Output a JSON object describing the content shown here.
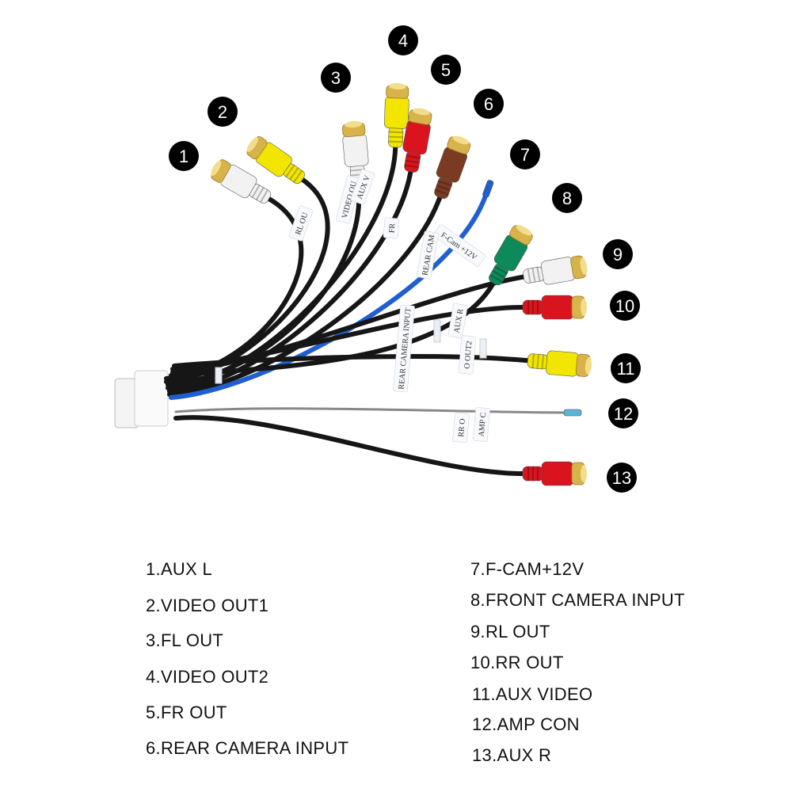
{
  "connectors": [
    {
      "num": "1",
      "label": "AUX L",
      "color": "#f2f2f2"
    },
    {
      "num": "2",
      "label": "VIDEO OUT1",
      "color": "#f2e600"
    },
    {
      "num": "3",
      "label": "FL OUT",
      "color": "#f2f2f2"
    },
    {
      "num": "4",
      "label": "VIDEO OUT2",
      "color": "#f2e600"
    },
    {
      "num": "5",
      "label": "FR OUT",
      "color": "#d9141e"
    },
    {
      "num": "6",
      "label": "REAR CAMERA INPUT",
      "color": "#7a3b22"
    },
    {
      "num": "7",
      "label": "F-CAM+12V",
      "color": "#1f5fd1"
    },
    {
      "num": "8",
      "label": "FRONT CAMERA INPUT",
      "color": "#0e8a5a"
    },
    {
      "num": "9",
      "label": "RL OUT",
      "color": "#f2f2f2"
    },
    {
      "num": "10",
      "label": "RR OUT",
      "color": "#d9141e"
    },
    {
      "num": "11",
      "label": "AUX VIDEO",
      "color": "#f2e600"
    },
    {
      "num": "12",
      "label": "AMP CON",
      "color": "#5ab6d6"
    },
    {
      "num": "13",
      "label": "AUX R",
      "color": "#d9141e"
    }
  ],
  "legend": [
    "1.AUX L",
    "2.VIDEO OUT1",
    "3.FL OUT",
    "4.VIDEO OUT2",
    "5.FR OUT",
    "6.REAR CAMERA INPUT",
    "7.F-CAM+12V",
    "8.FRONT CAMERA INPUT",
    "9.RL OUT",
    "10.RR OUT",
    "11.AUX VIDEO",
    "12.AMP CON",
    "13.AUX R"
  ],
  "cable_tags": [
    "RL OU",
    "VIDEO OU",
    "AUX V",
    "FR",
    "F-Cam +12V",
    "REAR CAM",
    "AUX R",
    "REAR CAMERA INPUT",
    "O OUT2",
    "RR O",
    "AMP C"
  ]
}
